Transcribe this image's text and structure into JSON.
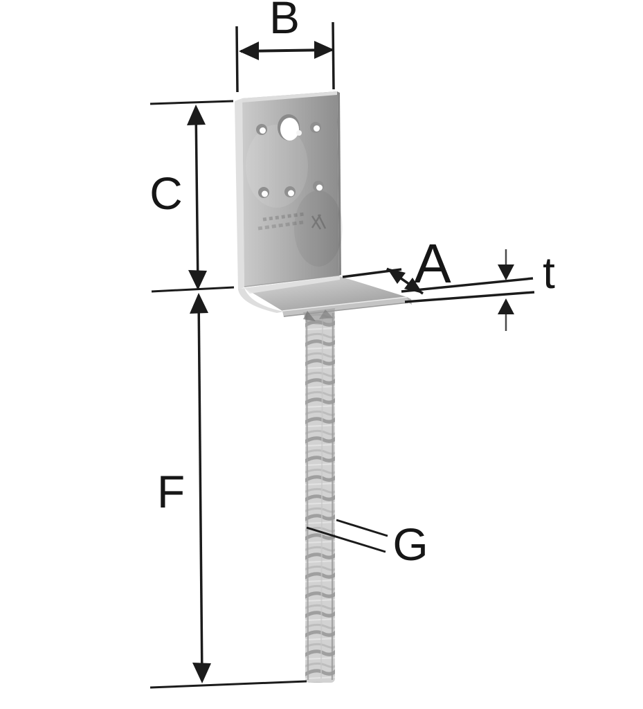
{
  "figure": {
    "kind": "technical line drawing of an L-shaped post support with anchor bar",
    "background": "#ffffff"
  },
  "labels": {
    "b": "B",
    "c": "C",
    "a": "A",
    "t": "t",
    "f": "F",
    "g": "G"
  },
  "colors": {
    "line": "#1b1b1b",
    "thin_line": "#4a4a4a",
    "metal_light": "#dcdcdc",
    "metal_mid": "#a9a9a9",
    "metal_dark": "#8d8d8d"
  }
}
